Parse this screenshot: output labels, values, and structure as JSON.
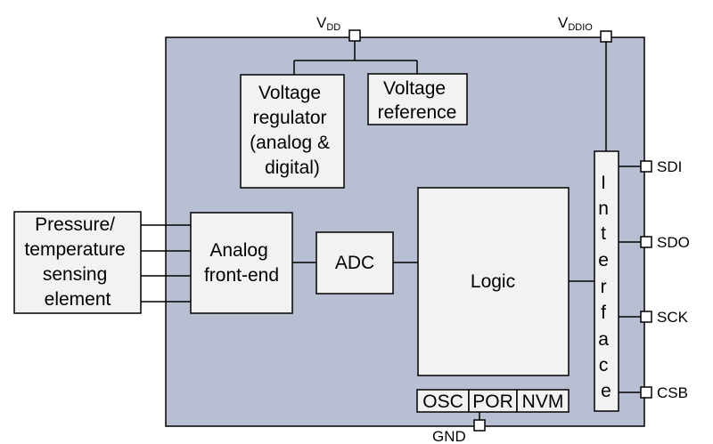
{
  "supply": {
    "vdd_main": "V",
    "vdd_sub": "DD",
    "vddio_main": "V",
    "vddio_sub": "DDIO",
    "gnd": "GND"
  },
  "blocks": {
    "voltage_regulator": [
      "Voltage",
      "regulator",
      "(analog &",
      "digital)"
    ],
    "voltage_reference": [
      "Voltage",
      "reference"
    ],
    "sensing_element": [
      "Pressure/",
      "temperature",
      "sensing",
      "element"
    ],
    "analog_front_end": [
      "Analog",
      "front-end"
    ],
    "adc": "ADC",
    "logic": "Logic",
    "interface_letters": [
      "I",
      "n",
      "t",
      "e",
      "r",
      "f",
      "a",
      "c",
      "e"
    ],
    "osc": "OSC",
    "por": "POR",
    "nvm": "NVM"
  },
  "pins": {
    "sdi": "SDI",
    "sdo": "SDO",
    "sck": "SCK",
    "csb": "CSB"
  },
  "colors": {
    "chip_fill": "#b8bfd2",
    "block_fill": "#f2f2f2",
    "line": "#000000",
    "pin_fill": "#ffffff"
  }
}
